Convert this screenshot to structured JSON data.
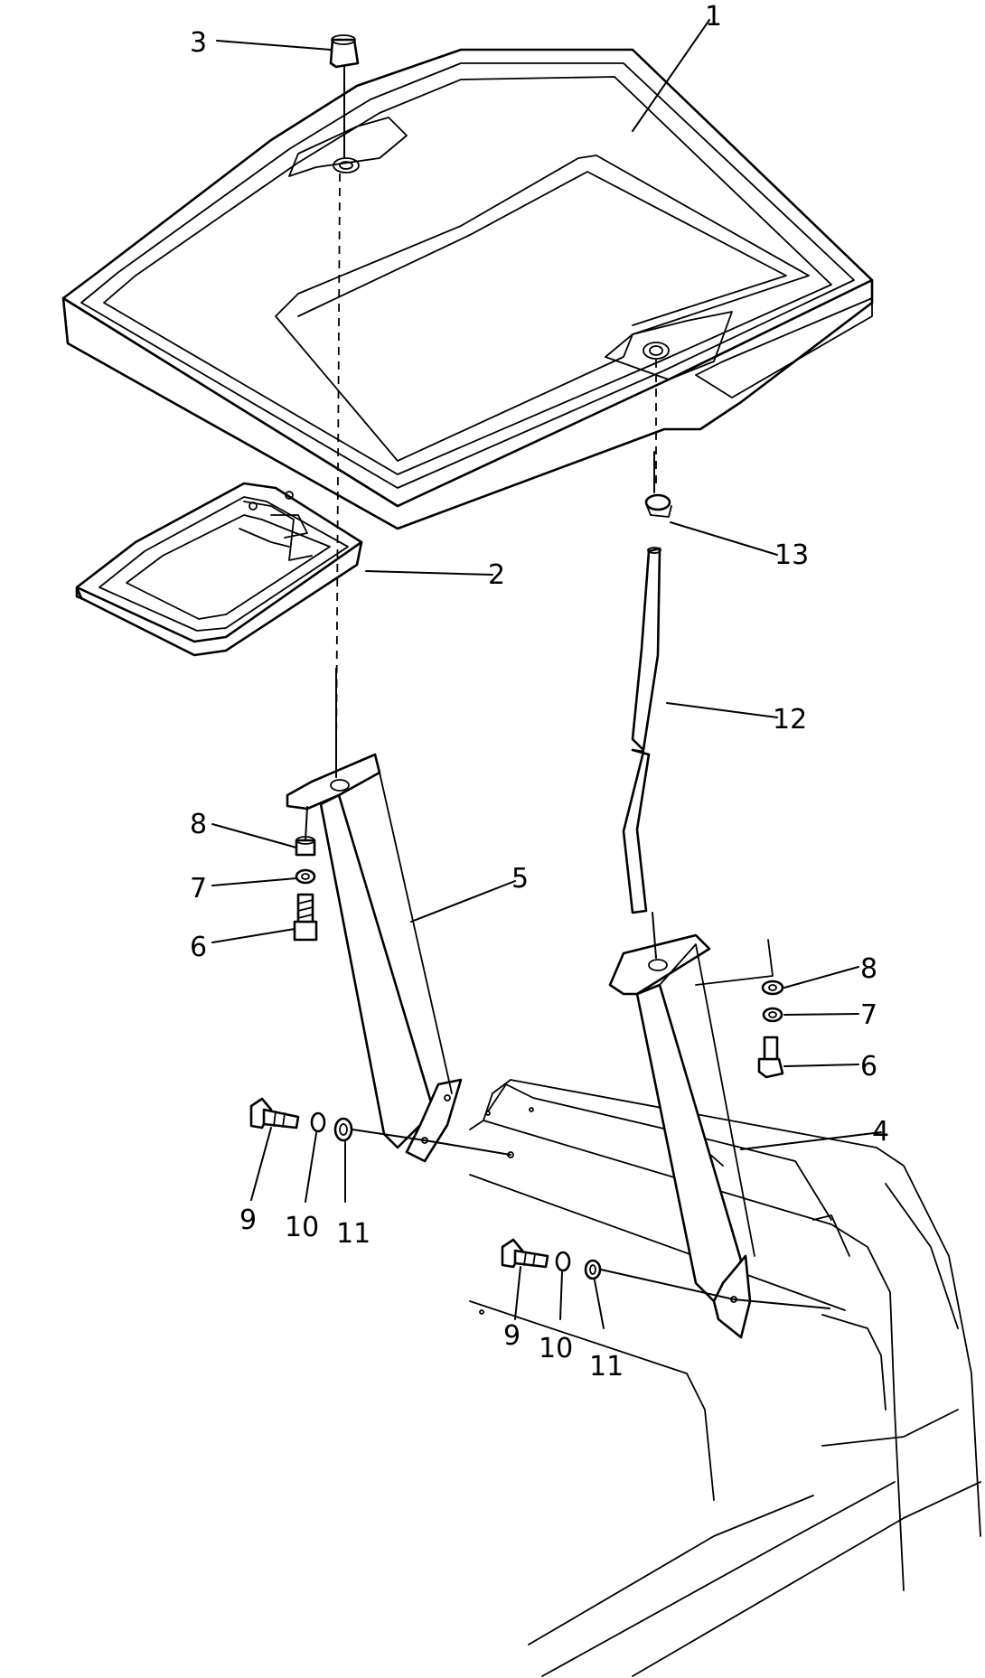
{
  "callouts": {
    "c1": "1",
    "c2": "2",
    "c3": "3",
    "c4": "4",
    "c5": "5",
    "c6a": "6",
    "c7a": "7",
    "c8a": "8",
    "c6b": "6",
    "c7b": "7",
    "c8b": "8",
    "c9a": "9",
    "c10a": "10",
    "c11a": "11",
    "c9b": "9",
    "c10b": "10",
    "c11b": "11",
    "c12": "12",
    "c13": "13"
  }
}
